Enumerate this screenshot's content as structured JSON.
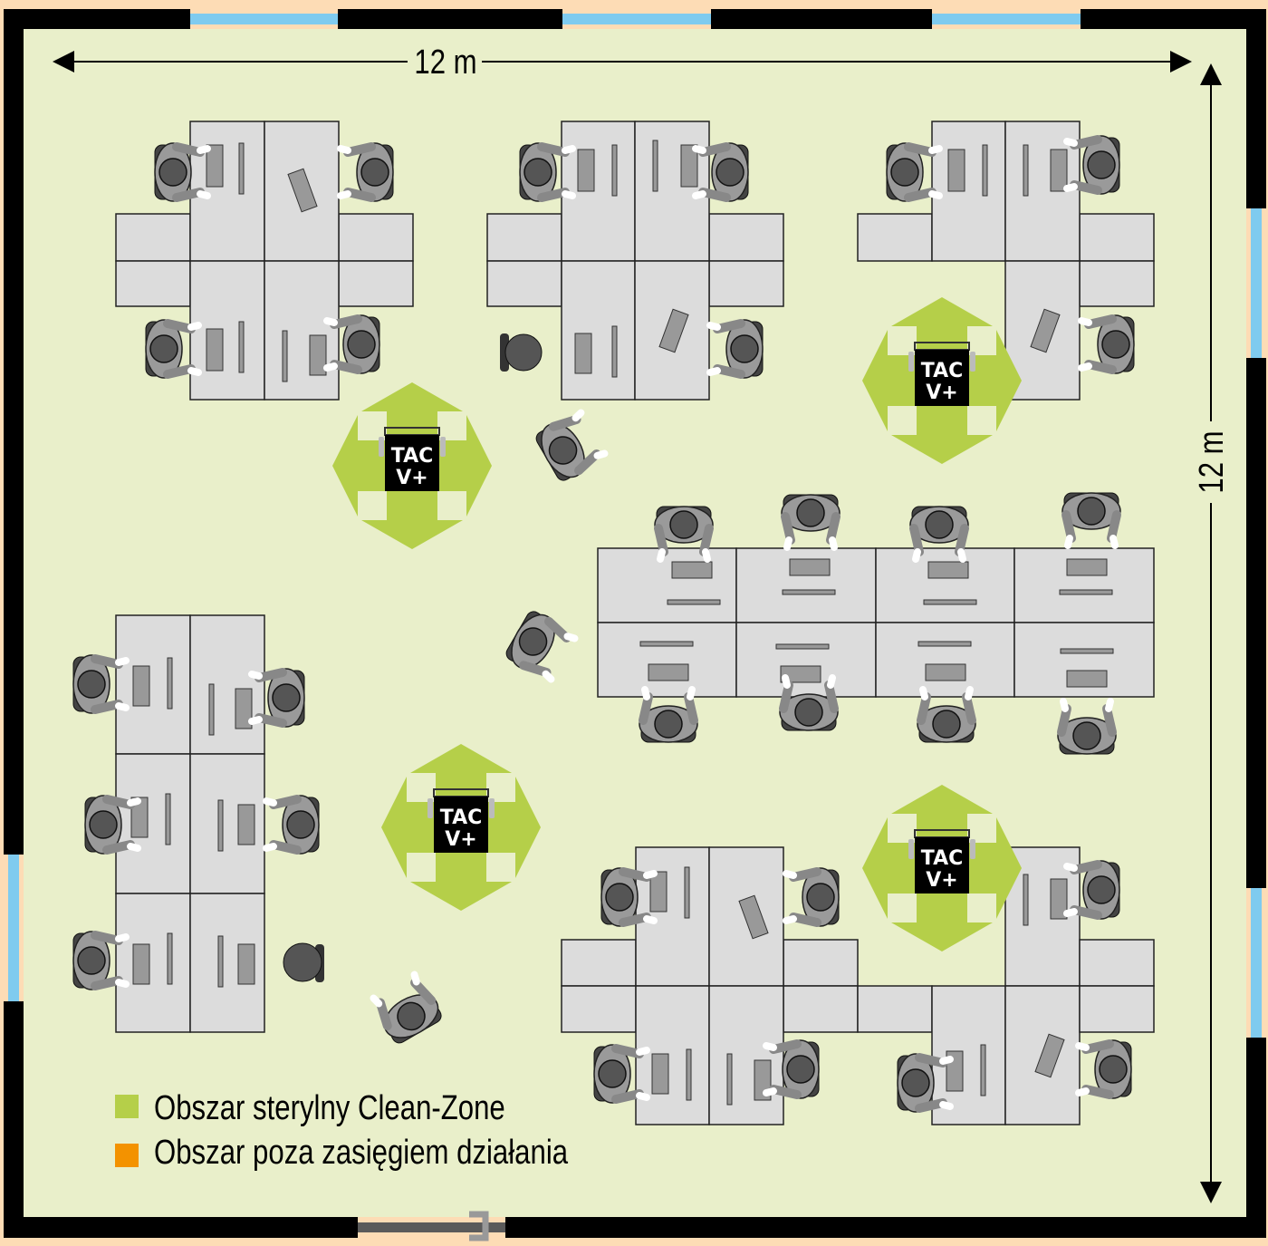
{
  "dimensions": {
    "width_label": "12 m",
    "height_label": "12 m"
  },
  "tac_units": [
    {
      "line1": "TAC",
      "line2": "V+"
    },
    {
      "line1": "TAC",
      "line2": "V+"
    },
    {
      "line1": "TAC",
      "line2": "V+"
    },
    {
      "line1": "TAC",
      "line2": "V+"
    }
  ],
  "legend": [
    {
      "label": "Obszar sterylny Clean-Zone",
      "color": "#b5cf49"
    },
    {
      "label": "Obszar poza zasięgiem działania",
      "color": "#f39200"
    }
  ],
  "colors": {
    "floor": "#e9efca",
    "outside": "#fddcb5",
    "wall": "#000000",
    "window": "#7fcbef",
    "clean_zone": "#b5cf49",
    "desk": "#dcdcdc"
  }
}
